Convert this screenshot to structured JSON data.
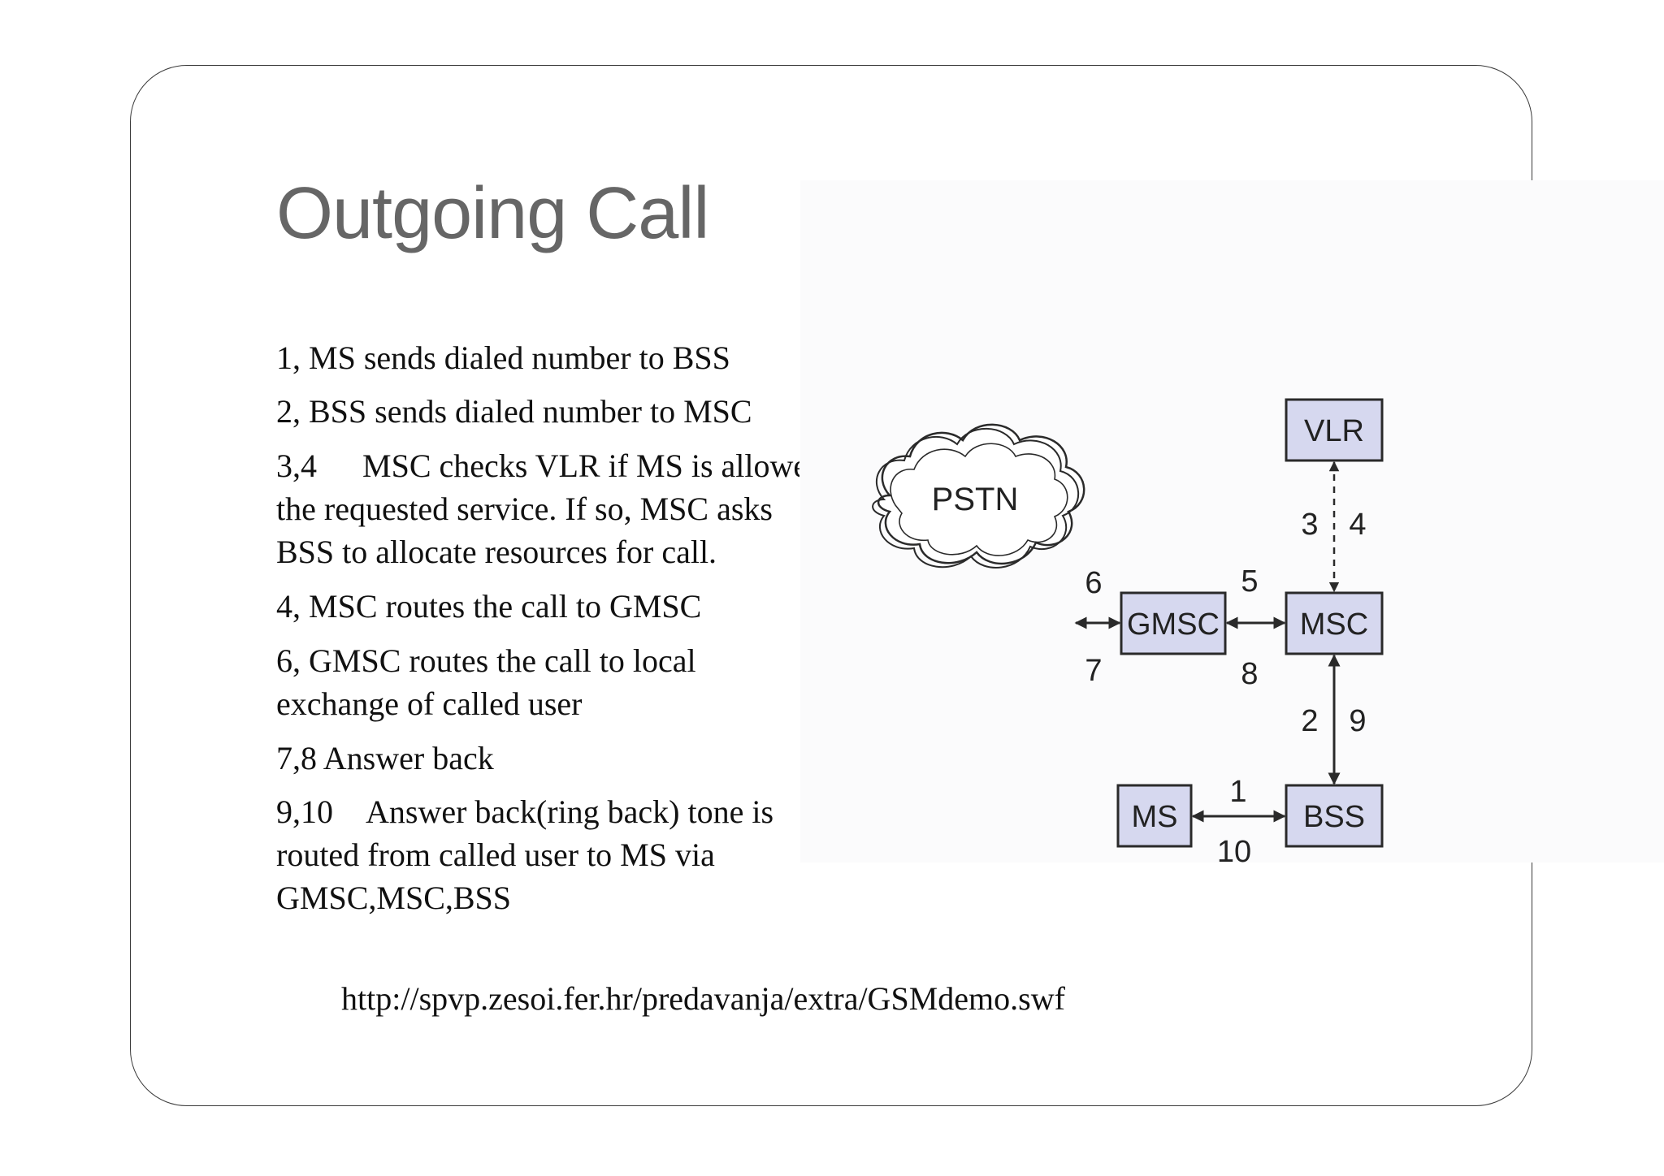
{
  "slide": {
    "title": "Outgoing Call",
    "items": [
      {
        "lines": [
          "1, MS sends dialed number to BSS"
        ]
      },
      {
        "lines": [
          "2, BSS sends dialed number to MSC"
        ]
      },
      {
        "num": "3,4",
        "lines": [
          "MSC checks VLR if MS is allowed",
          "the requested service. If so, MSC asks",
          "BSS to allocate resources for call."
        ]
      },
      {
        "lines": [
          "4, MSC routes the call to GMSC"
        ]
      },
      {
        "lines": [
          "6, GMSC routes the call  to local",
          "exchange of called user"
        ]
      },
      {
        "lines": [
          "7,8 Answer back"
        ]
      },
      {
        "num": "9,10",
        "lines": [
          "Answer back(ring back) tone is",
          "routed from called user to MS via",
          "GMSC,MSC,BSS"
        ]
      }
    ],
    "link": "http://spvp.zesoi.fer.hr/predavanja/extra/GSMdemo.swf"
  },
  "diagram": {
    "colors": {
      "node_fill": "#d6d8ef",
      "node_border": "#2a2a2a",
      "line": "#2a2a2a"
    },
    "nodes": {
      "pstn": "PSTN",
      "gmsc": "GMSC",
      "msc": "MSC",
      "vlr": "VLR",
      "bss": "BSS",
      "ms": "MS"
    },
    "steps": {
      "s1": "1",
      "s2": "2",
      "s3": "3",
      "s4": "4",
      "s5": "5",
      "s6": "6",
      "s7": "7",
      "s8": "8",
      "s9": "9",
      "s10": "10"
    }
  }
}
